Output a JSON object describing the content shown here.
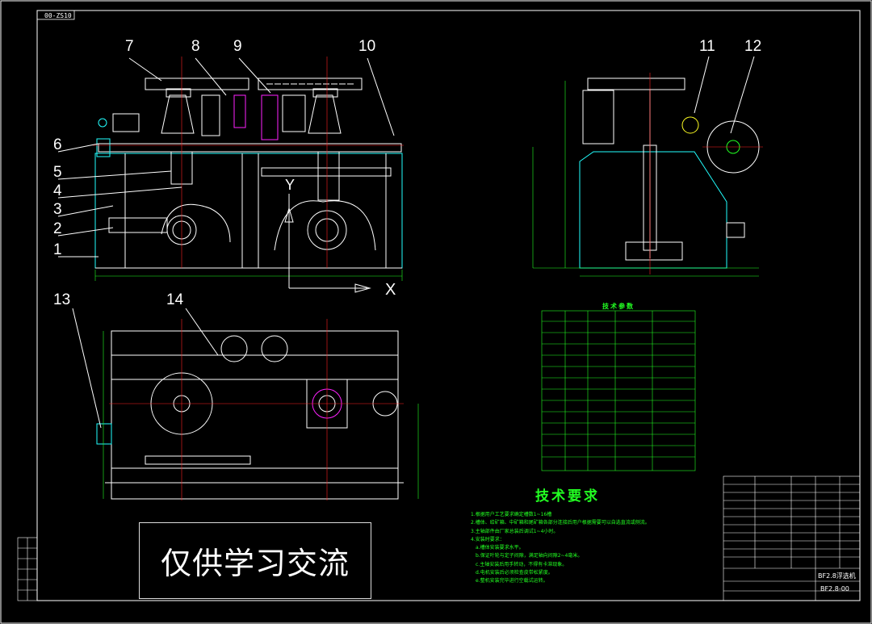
{
  "drawing_number": "00-ZS10",
  "watermark_text": "仅供学习交流",
  "tech_requirements_title": "技术要求",
  "technical_params_title": "技术参数",
  "axis_x": "X",
  "axis_y": "Y",
  "model_name": "BF2.8浮选机",
  "drawing_code": "BF2.8-00",
  "part_labels": [
    "1",
    "2",
    "3",
    "4",
    "5",
    "6",
    "7",
    "8",
    "9",
    "10",
    "11",
    "12",
    "13",
    "14"
  ],
  "tech_notes": [
    "1.根据用户工艺要求确定槽数1~16槽",
    "2.槽体、给矿箱、中矿箱和尾矿箱各部分连接后用户根据需要可以自选直流或侧流。",
    "3.主轴部件由厂家总装后调试1~4小时。",
    "4.安装时要求：",
    "a.槽体安装要求水平。",
    "b.保证叶轮与定子间隙，满足轴向间隙2~4毫米。",
    "c.主轴安装后用手转动，不得有卡滞现象。",
    "d.电机安装后必须检查皮带松紧度。",
    "e.整机安装完毕进行空载试运转。"
  ],
  "colors": {
    "background": "#000000",
    "line_white": "#ffffff",
    "dim_green": "#22ff22",
    "center_red": "#ff2222",
    "magenta": "#ff22ff",
    "cyan": "#22ffff",
    "yellow": "#ffff22"
  }
}
